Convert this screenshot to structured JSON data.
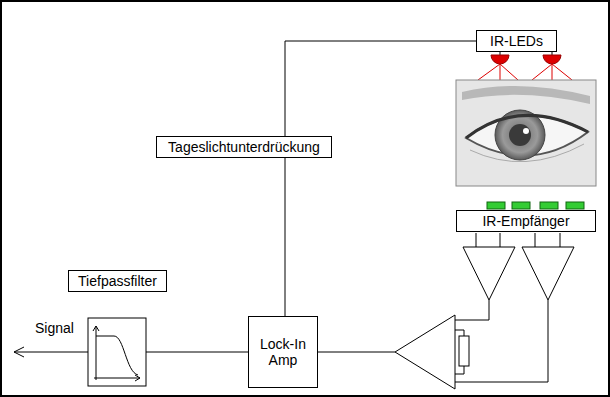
{
  "diagram": {
    "nodes": [
      {
        "text": [
          "IR-LEDs"
        ]
      },
      {
        "text": [
          "Tageslichtunterdrückung"
        ]
      },
      {
        "text": [
          "IR-Empfänger"
        ]
      },
      {
        "text": [
          "Tiefpassfilter"
        ]
      },
      {
        "text": [
          "Lock-In Amp"
        ]
      }
    ],
    "edges": [
      {
        "from": 4,
        "to": 1,
        "arrow": "none"
      },
      {
        "from": 1,
        "to": 0,
        "arrow": "none"
      }
    ],
    "labels": [
      "Signal"
    ]
  }
}
